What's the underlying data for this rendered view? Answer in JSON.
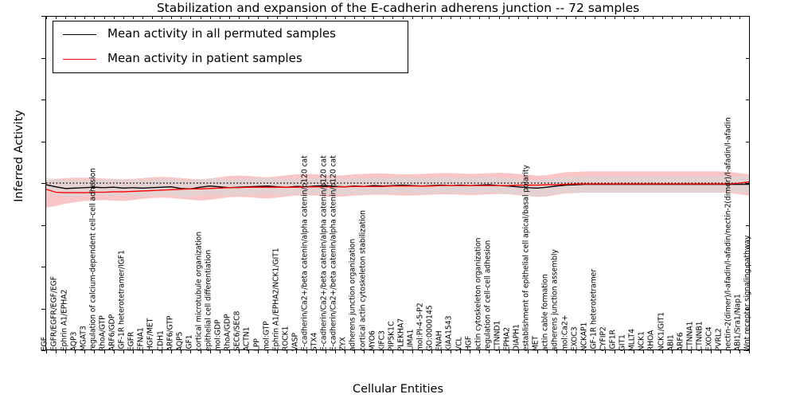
{
  "chart_data": {
    "type": "line",
    "title": "Stabilization and expansion of the E-cadherin adherens junction -- 72 samples",
    "xlabel": "Cellular Entities",
    "ylabel": "Inferred Activity",
    "ylim": [
      -4,
      4
    ],
    "yticks": [
      -4,
      -3,
      -2,
      -1,
      0,
      1,
      2,
      3,
      4
    ],
    "grid": false,
    "legend_position": "upper left",
    "legend": [
      {
        "label": "Mean activity in all permuted samples",
        "color": "#000000",
        "style": "solid"
      },
      {
        "label": "Mean activity in patient samples",
        "color": "#ff0000",
        "style": "solid"
      }
    ],
    "categories": [
      "EGF",
      "EGFR/EGFR/EGF/EGF",
      "Ephrin A1/EPHA2",
      "AQP3",
      "MGAT3",
      "regulation of calcium-dependent cell-cell adhesion",
      "RhoA/GTP",
      "ARF6/GDP",
      "IGF-1R heterotetramer/IGF1",
      "EGFR",
      "EFNA1",
      "HGF/MET",
      "CDH1",
      "ARF6/GTP",
      "AQP5",
      "IGF1",
      "cortical microtubule organization",
      "epithelial cell differentiation",
      "mol:GDP",
      "RhoA/GDP",
      "SEC6/SEC8",
      "ACTN1",
      "LPP",
      "mol:GTP",
      "Ephrin A1/EPHA2/NCK1/GIT1",
      "ROCK1",
      "VASP",
      "E-cadherin/Ca2+/beta catenin/alpha catenin/p120 cat",
      "STX4",
      "E-cadherin/Ca2+/beta catenin/alpha catenin/p120 cat",
      "E-cadherin/Ca2+/beta catenin/alpha catenin/p120 cat",
      "ZYX",
      "adherens junction organization",
      "cortical actin cytoskeleton stabilization",
      "MYO6",
      "KIFC3",
      "PIP5K1C",
      "PLEKHA7",
      "LIMA1",
      "mol:PI-4-5-P2",
      "GO:0000145",
      "ENAH",
      "KIAA1543",
      "VCL",
      "HGF",
      "actin cytoskeleton organization",
      "regulation of cell-cell adhesion",
      "CTNND1",
      "EPHA2",
      "DIAPH1",
      "establishment of epithelial cell apical/basal polarity",
      "MET",
      "actin cable formation",
      "adherens junction assembly",
      "mol:Ca2+",
      "EXOC3",
      "NCKAP1",
      "IGF-1R heterotetramer",
      "CYFIP2",
      "IGF1R",
      "GIT1",
      "MLLT4",
      "NCK1",
      "RHOA",
      "NCK1/GIT1",
      "ABI1",
      "ARF6",
      "CTNNA1",
      "CTNNB1",
      "EXOC4",
      "PVRL2",
      "nectin-2(dimer)/l-afadin/l-afadin/nectin-2(dimer)/l-afadin/l-afadin",
      "ABI1/Sra1/Nap1",
      "Wnt receptor signaling pathway"
    ],
    "series": [
      {
        "name": "Mean activity in all permuted samples",
        "color": "#000000",
        "band_color": "#d9d9d9",
        "values": [
          -0.04,
          -0.09,
          -0.13,
          -0.12,
          -0.11,
          -0.1,
          -0.11,
          -0.1,
          -0.12,
          -0.11,
          -0.12,
          -0.11,
          -0.1,
          -0.09,
          -0.13,
          -0.14,
          -0.1,
          -0.07,
          -0.09,
          -0.11,
          -0.1,
          -0.09,
          -0.08,
          -0.07,
          -0.09,
          -0.1,
          -0.08,
          -0.09,
          -0.07,
          -0.06,
          -0.08,
          -0.09,
          -0.07,
          -0.08,
          -0.06,
          -0.07,
          -0.06,
          -0.05,
          -0.06,
          -0.07,
          -0.06,
          -0.05,
          -0.06,
          -0.05,
          -0.06,
          -0.05,
          -0.04,
          -0.06,
          -0.07,
          -0.09,
          -0.11,
          -0.12,
          -0.1,
          -0.07,
          -0.05,
          -0.04,
          -0.03,
          -0.03,
          -0.03,
          -0.03,
          -0.03,
          -0.03,
          -0.03,
          -0.03,
          -0.03,
          -0.03,
          -0.03,
          -0.03,
          -0.03,
          -0.03,
          -0.03,
          -0.03,
          -0.03,
          -0.03
        ],
        "band_lower": [
          -0.21,
          -0.28,
          -0.32,
          -0.31,
          -0.3,
          -0.29,
          -0.3,
          -0.29,
          -0.31,
          -0.3,
          -0.31,
          -0.3,
          -0.29,
          -0.28,
          -0.32,
          -0.33,
          -0.29,
          -0.26,
          -0.28,
          -0.3,
          -0.29,
          -0.28,
          -0.27,
          -0.26,
          -0.28,
          -0.29,
          -0.27,
          -0.28,
          -0.26,
          -0.25,
          -0.27,
          -0.28,
          -0.26,
          -0.27,
          -0.25,
          -0.26,
          -0.25,
          -0.24,
          -0.25,
          -0.26,
          -0.25,
          -0.24,
          -0.25,
          -0.24,
          -0.25,
          -0.24,
          -0.23,
          -0.25,
          -0.26,
          -0.28,
          -0.3,
          -0.31,
          -0.29,
          -0.26,
          -0.24,
          -0.23,
          -0.22,
          -0.22,
          -0.22,
          -0.22,
          -0.22,
          -0.22,
          -0.22,
          -0.22,
          -0.22,
          -0.22,
          -0.22,
          -0.22,
          -0.22,
          -0.22,
          -0.22,
          -0.22,
          -0.22,
          -0.22
        ],
        "band_upper": [
          0.13,
          0.1,
          0.06,
          0.07,
          0.08,
          0.09,
          0.08,
          0.09,
          0.07,
          0.08,
          0.07,
          0.08,
          0.09,
          0.1,
          0.06,
          0.05,
          0.09,
          0.12,
          0.1,
          0.08,
          0.09,
          0.1,
          0.11,
          0.12,
          0.1,
          0.09,
          0.11,
          0.1,
          0.12,
          0.13,
          0.11,
          0.1,
          0.12,
          0.11,
          0.13,
          0.12,
          0.13,
          0.14,
          0.13,
          0.12,
          0.13,
          0.14,
          0.13,
          0.14,
          0.13,
          0.14,
          0.15,
          0.13,
          0.12,
          0.1,
          0.08,
          0.07,
          0.09,
          0.12,
          0.14,
          0.15,
          0.16,
          0.16,
          0.16,
          0.16,
          0.16,
          0.16,
          0.16,
          0.16,
          0.16,
          0.16,
          0.16,
          0.16,
          0.16,
          0.16,
          0.16,
          0.16,
          0.16,
          0.16
        ]
      },
      {
        "name": "Mean activity in patient samples",
        "color": "#ff0000",
        "band_color": "#f4a3a3",
        "values": [
          -0.15,
          -0.22,
          -0.23,
          -0.23,
          -0.23,
          -0.22,
          -0.22,
          -0.21,
          -0.21,
          -0.2,
          -0.19,
          -0.18,
          -0.17,
          -0.16,
          -0.15,
          -0.14,
          -0.14,
          -0.13,
          -0.12,
          -0.11,
          -0.11,
          -0.1,
          -0.1,
          -0.1,
          -0.1,
          -0.1,
          -0.1,
          -0.09,
          -0.09,
          -0.09,
          -0.09,
          -0.09,
          -0.08,
          -0.08,
          -0.08,
          -0.08,
          -0.07,
          -0.07,
          -0.07,
          -0.07,
          -0.07,
          -0.06,
          -0.06,
          -0.06,
          -0.06,
          -0.06,
          -0.06,
          -0.06,
          -0.06,
          -0.05,
          -0.05,
          -0.05,
          -0.04,
          -0.04,
          -0.03,
          -0.02,
          -0.02,
          -0.02,
          -0.02,
          -0.02,
          -0.02,
          -0.02,
          -0.02,
          -0.02,
          -0.02,
          -0.02,
          -0.02,
          -0.02,
          -0.02,
          -0.02,
          -0.02,
          -0.02,
          0.0,
          0.03
        ],
        "band_lower": [
          -0.59,
          -0.55,
          -0.5,
          -0.46,
          -0.43,
          -0.42,
          -0.41,
          -0.42,
          -0.43,
          -0.41,
          -0.38,
          -0.36,
          -0.35,
          -0.36,
          -0.38,
          -0.4,
          -0.42,
          -0.4,
          -0.37,
          -0.34,
          -0.33,
          -0.34,
          -0.36,
          -0.37,
          -0.35,
          -0.32,
          -0.3,
          -0.29,
          -0.3,
          -0.32,
          -0.33,
          -0.32,
          -0.3,
          -0.29,
          -0.28,
          -0.28,
          -0.29,
          -0.3,
          -0.3,
          -0.29,
          -0.28,
          -0.27,
          -0.27,
          -0.28,
          -0.29,
          -0.28,
          -0.27,
          -0.26,
          -0.27,
          -0.29,
          -0.31,
          -0.33,
          -0.32,
          -0.28,
          -0.25,
          -0.24,
          -0.23,
          -0.23,
          -0.23,
          -0.23,
          -0.23,
          -0.23,
          -0.23,
          -0.23,
          -0.23,
          -0.23,
          -0.23,
          -0.23,
          -0.23,
          -0.23,
          -0.23,
          -0.24,
          -0.27,
          -0.3
        ],
        "band_upper": [
          0.06,
          0.1,
          0.12,
          0.13,
          0.13,
          0.12,
          0.11,
          0.1,
          0.09,
          0.1,
          0.12,
          0.14,
          0.15,
          0.14,
          0.12,
          0.1,
          0.09,
          0.11,
          0.14,
          0.17,
          0.18,
          0.17,
          0.15,
          0.14,
          0.16,
          0.19,
          0.21,
          0.22,
          0.21,
          0.19,
          0.18,
          0.19,
          0.21,
          0.22,
          0.23,
          0.23,
          0.22,
          0.21,
          0.21,
          0.22,
          0.23,
          0.24,
          0.24,
          0.23,
          0.22,
          0.23,
          0.24,
          0.25,
          0.24,
          0.22,
          0.2,
          0.18,
          0.19,
          0.23,
          0.26,
          0.27,
          0.28,
          0.28,
          0.28,
          0.28,
          0.28,
          0.28,
          0.28,
          0.28,
          0.28,
          0.28,
          0.28,
          0.28,
          0.28,
          0.28,
          0.28,
          0.27,
          0.24,
          0.21
        ]
      }
    ],
    "zero_reference_line": {
      "value": 0,
      "style": "dotted",
      "color": "#000000"
    }
  }
}
